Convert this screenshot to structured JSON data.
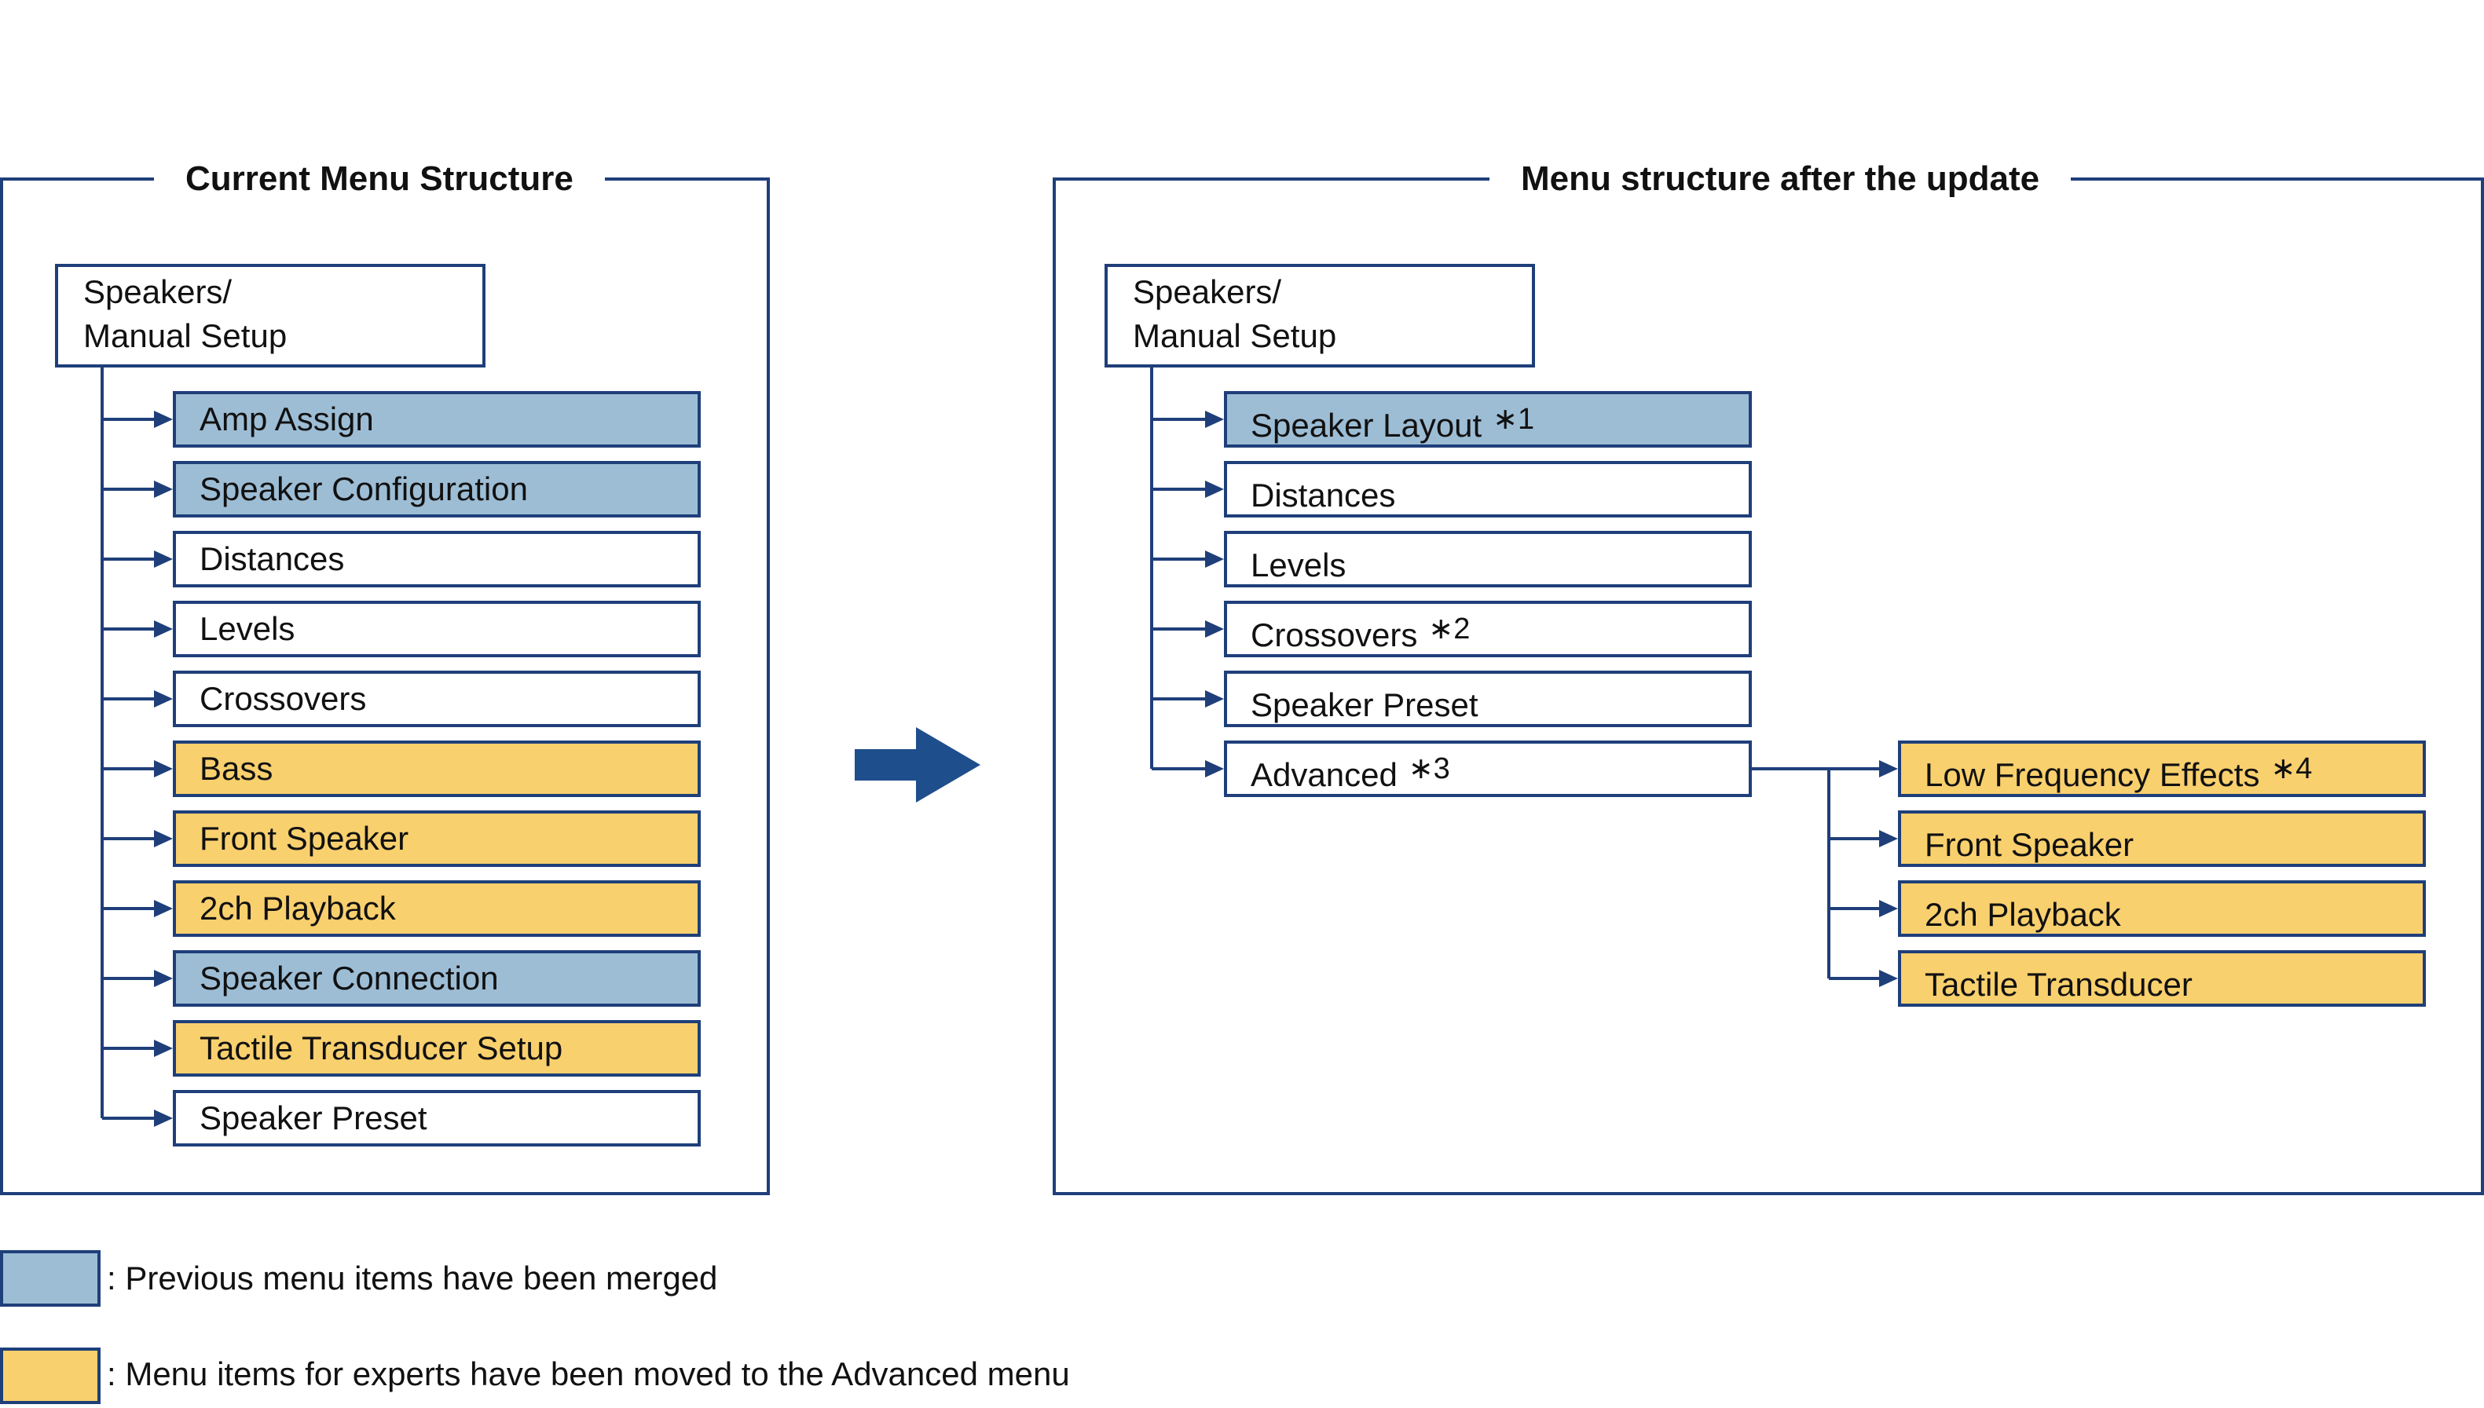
{
  "colors": {
    "line": "#1f3f7a",
    "merged": "#9dbdd5",
    "expert": "#f9d06e",
    "plain": "#ffffff"
  },
  "current": {
    "title": "Current Menu Structure",
    "root_line1": "Speakers/",
    "root_line2": "Manual Setup",
    "items": [
      {
        "label": "Amp Assign",
        "kind": "merged"
      },
      {
        "label": "Speaker Configuration",
        "kind": "merged"
      },
      {
        "label": "Distances",
        "kind": "plain"
      },
      {
        "label": "Levels",
        "kind": "plain"
      },
      {
        "label": "Crossovers",
        "kind": "plain"
      },
      {
        "label": "Bass",
        "kind": "expert"
      },
      {
        "label": "Front Speaker",
        "kind": "expert"
      },
      {
        "label": "2ch Playback",
        "kind": "expert"
      },
      {
        "label": "Speaker Connection",
        "kind": "merged"
      },
      {
        "label": "Tactile Transducer Setup",
        "kind": "expert"
      },
      {
        "label": "Speaker Preset",
        "kind": "plain"
      }
    ]
  },
  "updated": {
    "title": "Menu structure after the update",
    "root_line1": "Speakers/",
    "root_line2": "Manual Setup",
    "items": [
      {
        "label": "Speaker Layout",
        "note": "∗1",
        "kind": "merged"
      },
      {
        "label": "Distances",
        "note": "",
        "kind": "plain"
      },
      {
        "label": "Levels",
        "note": "",
        "kind": "plain"
      },
      {
        "label": "Crossovers",
        "note": "∗2",
        "kind": "plain"
      },
      {
        "label": "Speaker Preset",
        "note": "",
        "kind": "plain"
      },
      {
        "label": "Advanced",
        "note": "∗3",
        "kind": "plain"
      }
    ],
    "advanced_items": [
      {
        "label": "Low Frequency Effects",
        "note": "∗4",
        "kind": "expert"
      },
      {
        "label": "Front Speaker",
        "note": "",
        "kind": "expert"
      },
      {
        "label": "2ch Playback",
        "note": "",
        "kind": "expert"
      },
      {
        "label": "Tactile Transducer",
        "note": "",
        "kind": "expert"
      }
    ]
  },
  "legend": {
    "merged_text": ": Previous menu items have been merged",
    "expert_text": ": Menu items for experts have been moved to the Advanced menu"
  }
}
